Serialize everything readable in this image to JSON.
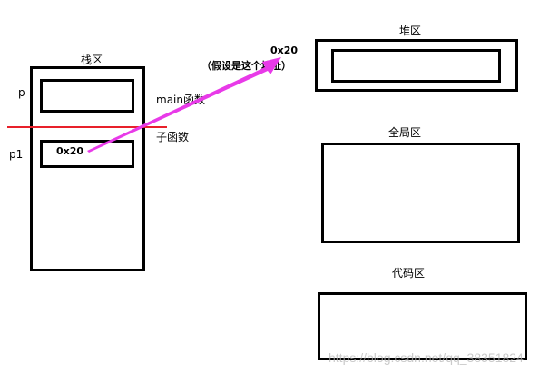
{
  "stack": {
    "title": "栈区",
    "p_label": "p",
    "p1_label": "p1",
    "main_label": "main函数",
    "sub_label": "子函数",
    "p1_value": "0x20"
  },
  "heap": {
    "title": "堆区",
    "address": "0x20",
    "note": "（假设是这个地址）"
  },
  "global": {
    "title": "全局区"
  },
  "code": {
    "title": "代码区"
  },
  "watermark": "https://blog.csdn.net/qq_38351824",
  "colors": {
    "divider": "#e8202a",
    "arrow": "#e83ae8"
  }
}
